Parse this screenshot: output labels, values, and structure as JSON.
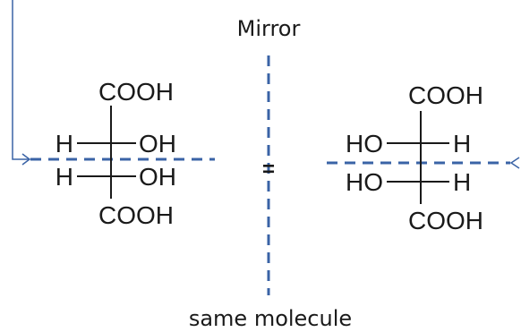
{
  "diagram": {
    "mirror_label": "Mirror",
    "caption": "same molecule",
    "equals_symbol": "=",
    "colors": {
      "line": "#3a63a6",
      "text": "#1a1a1a"
    },
    "left_molecule": {
      "top": "COOH",
      "row1_left": "H",
      "row1_right": "OH",
      "row2_left": "H",
      "row2_right": "OH",
      "bottom": "COOH"
    },
    "right_molecule": {
      "top": "COOH",
      "row1_left": "HO",
      "row1_right": "H",
      "row2_left": "HO",
      "row2_right": "H",
      "bottom": "COOH"
    }
  }
}
